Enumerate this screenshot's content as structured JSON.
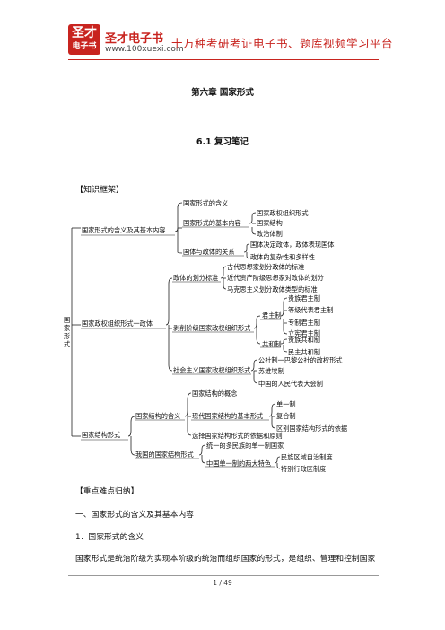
{
  "header": {
    "logo_line1": "圣才",
    "logo_line2": "电子书",
    "brand": "圣才电子书",
    "url": "www.100xuexi.com",
    "slogan": "十万种考研考证电子书、题库视频学习平台"
  },
  "chapter_title": "第六章  国家形式",
  "section_title": "6.1  复习笔记",
  "framework_heading": "【知识框架】",
  "mindmap": {
    "root": "国家形式",
    "nodes": {
      "b1": "国家形式的含义及其基本内容",
      "b1a": "国家形式的含义",
      "b1b": "国家形式的基本内容",
      "b1b1": "国家政权组织形式",
      "b1b2": "国家结构",
      "b1b3": "政治体制",
      "b1c": "国体与政体的关系",
      "b1c1": "国体决定政体，政体表现国体",
      "b1c2": "政体的复杂性和多样性",
      "b2": "国家政权组织形式一政体",
      "b2a": "政体的划分标准",
      "b2a1": "古代思想家划分政体的标准",
      "b2a2": "近代资产阶级思想家对政体的划分",
      "b2a3": "马克思主义划分政体类型的标准",
      "b2b": "剥削阶级国家政权组织形式",
      "b2b1": "君主制",
      "b2b1a": "贵族君主制",
      "b2b1b": "等级代表君主制",
      "b2b1c": "专制君主制",
      "b2b1d": "立宪君主制",
      "b2b2": "共和制",
      "b2b2a": "贵族共和制",
      "b2b2b": "民主共和制",
      "b2c": "社会主义国家政权组织形式",
      "b2c1": "公社制一巴黎公社的政权形式",
      "b2c2": "苏维埃制",
      "b2c3": "中国的人民代表大会制",
      "b3": "国家结构形式",
      "b3a": "国家结构的含义",
      "b3a1": "国家结构的概念",
      "b3a2": "现代国家结构的基本形式",
      "b3a2a": "单一制",
      "b3a2b": "复合制",
      "b3a2c": "区别国家结构形式的依据",
      "b3a3": "选择国家结构形式的依据和原则",
      "b3b": "我国的国家结构形式",
      "b3b1": "统一的多民族的单一制国家",
      "b3b2": "中国单一制的两大特色",
      "b3b2a": "民族区域自治制度",
      "b3b2b": "特别行政区制度"
    }
  },
  "focus_heading": "【重点难点归纳】",
  "outline": {
    "h1": "一、国家形式的含义及其基本内容",
    "h2": "1．国家形式的含义",
    "para": "国家形式是统治阶级为实现本阶级的统治而组织国家的形式，是组织、管理和控制国家"
  },
  "footer": {
    "page": "1 / 49"
  }
}
